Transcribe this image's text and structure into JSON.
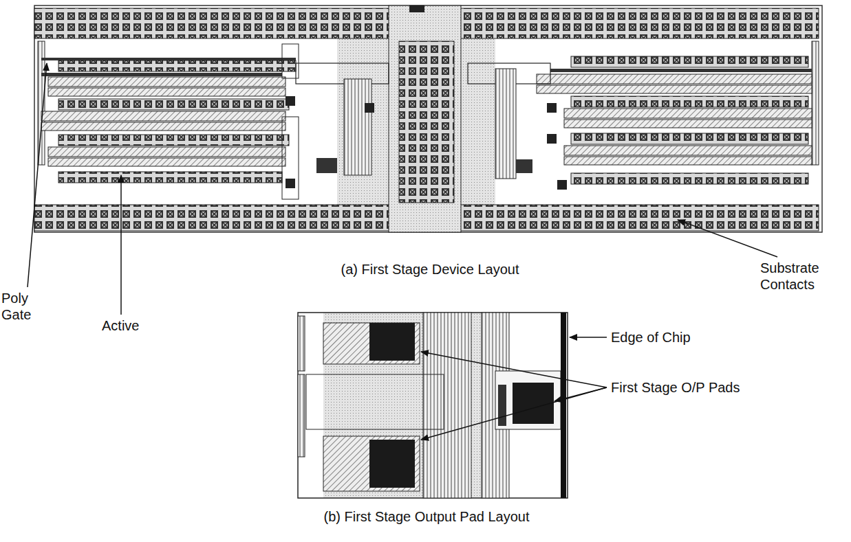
{
  "diagram": {
    "labels": [
      "(a) First Stage Device Layout",
      "Poly Gate",
      "Active",
      "Substrate Contacts",
      "Edge of Chip",
      "First Stage O/P Pads",
      "(b) First Stage Output Pad Layout"
    ]
  }
}
